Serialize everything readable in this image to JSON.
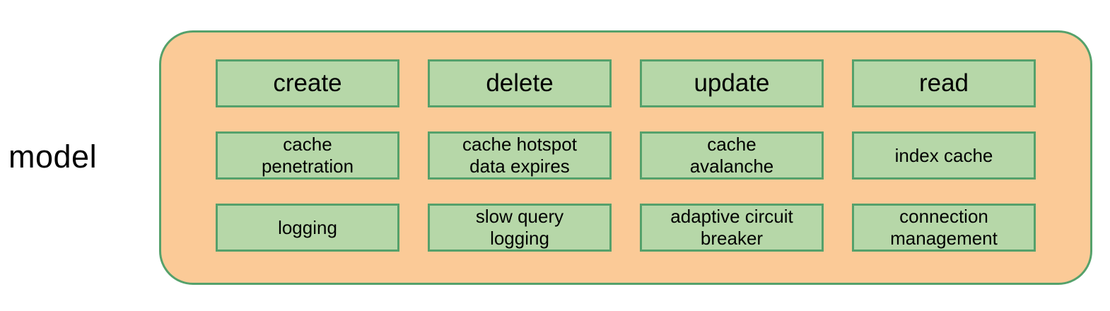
{
  "diagram": {
    "side_label": "model",
    "colors": {
      "container_fill": "#FBCA97",
      "node_fill": "#B6D7A8",
      "border_green": "#55A16B",
      "text": "#000000",
      "page_background": "#ffffff"
    },
    "grid": {
      "rows": [
        [
          "create",
          "delete",
          "update",
          "read"
        ],
        [
          "cache\npenetration",
          "cache hotspot\ndata expires",
          "cache\navalanche",
          "index cache"
        ],
        [
          "logging",
          "slow query\nlogging",
          "adaptive circuit\nbreaker",
          "connection\nmanagement"
        ]
      ]
    }
  }
}
